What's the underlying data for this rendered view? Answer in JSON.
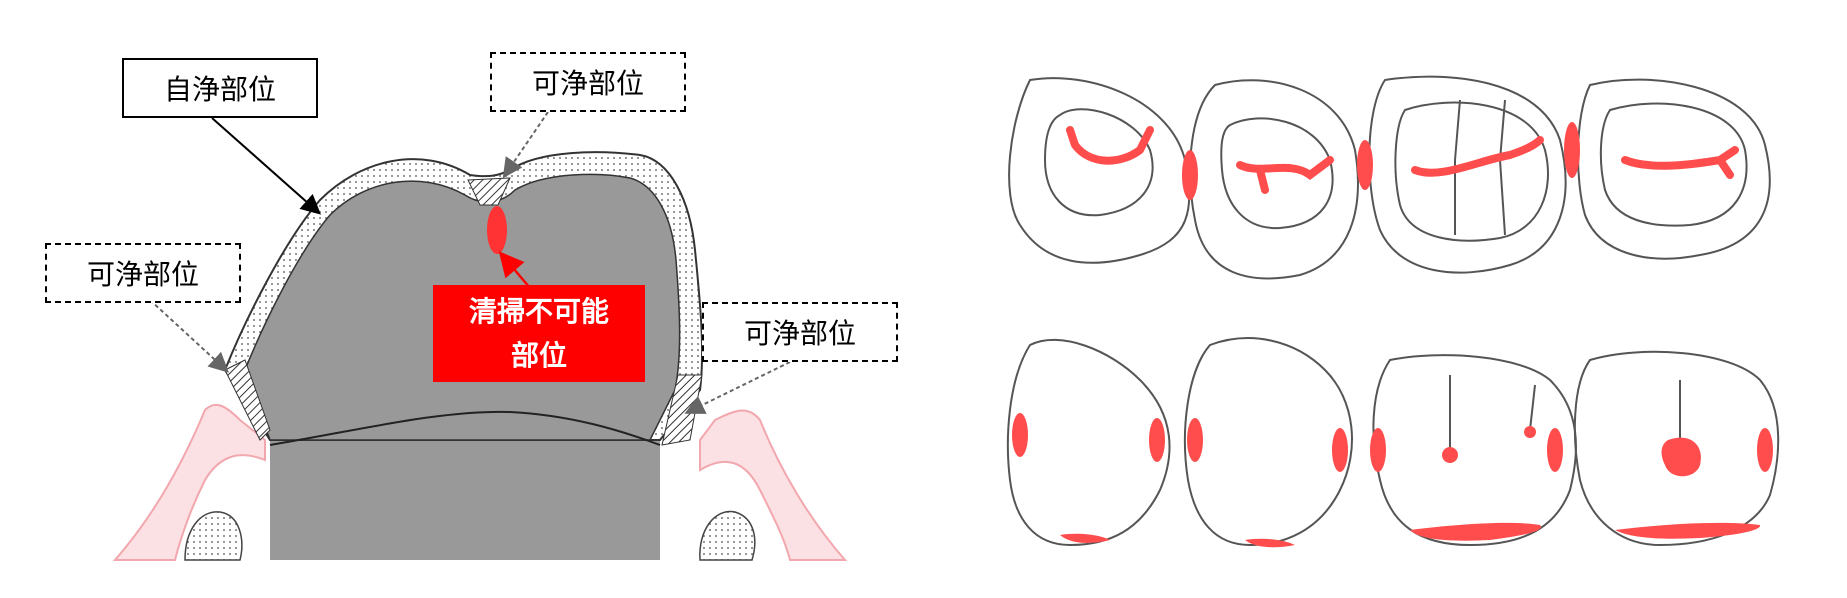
{
  "labels": {
    "self_cleaning": "自浄部位",
    "cleanable_top": "可浄部位",
    "cleanable_left": "可浄部位",
    "cleanable_right": "可浄部位",
    "uncleanable_line1": "清掃不可能",
    "uncleanable_line2": "部位"
  },
  "colors": {
    "dentin": "#999999",
    "gum": "#f7c2c6",
    "highlight": "#ff4d4d",
    "label_red": "#ff0000",
    "outline": "#555555"
  }
}
